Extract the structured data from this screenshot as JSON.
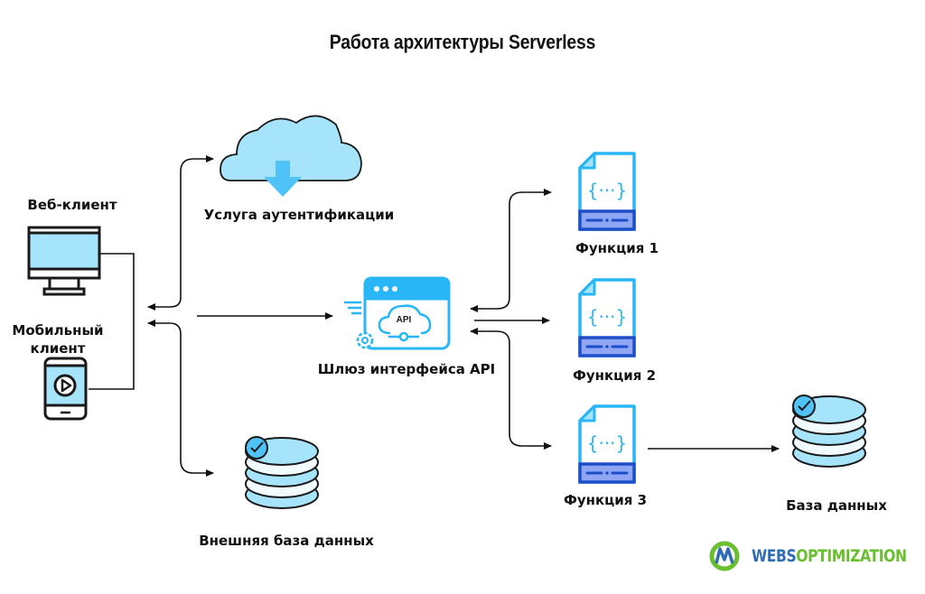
{
  "title": "Работа архитектуры Serverless",
  "nodes": {
    "web_client": {
      "label": "Веб-клиент",
      "icon": "monitor-icon"
    },
    "mobile_client": {
      "label": "Мобильный клиент",
      "label_lines": [
        "Мобильный",
        "клиент"
      ],
      "icon": "smartphone-play-icon"
    },
    "auth_service": {
      "label": "Услуга аутентификации",
      "icon": "cloud-download-icon"
    },
    "api_gateway": {
      "label": "Шлюз интерфейса API",
      "icon": "api-gateway-icon",
      "icon_text": "API"
    },
    "external_db": {
      "label": "Внешняя база данных",
      "icon": "database-check-icon"
    },
    "function_1": {
      "label": "Функция 1",
      "icon": "code-file-icon",
      "icon_text": "{···}"
    },
    "function_2": {
      "label": "Функция 2",
      "icon": "code-file-icon",
      "icon_text": "{···}"
    },
    "function_3": {
      "label": "Функция 3",
      "icon": "code-file-icon",
      "icon_text": "{···}"
    },
    "database": {
      "label": "База данных",
      "icon": "database-check-icon"
    }
  },
  "connections": [
    {
      "from": "clients",
      "to": "auth_service",
      "direction": "bidirectional"
    },
    {
      "from": "clients",
      "to": "external_db",
      "direction": "bidirectional"
    },
    {
      "from": "clients",
      "to": "api_gateway",
      "direction": "forward"
    },
    {
      "from": "api_gateway",
      "to": "function_1",
      "direction": "bidirectional"
    },
    {
      "from": "api_gateway",
      "to": "function_2",
      "direction": "forward"
    },
    {
      "from": "api_gateway",
      "to": "function_3",
      "direction": "bidirectional"
    },
    {
      "from": "function_3",
      "to": "database",
      "direction": "forward"
    }
  ],
  "logo": {
    "part1": "WEBS",
    "part2": "OPTIMIZATION"
  },
  "colors": {
    "light_blue": "#a6e4fb",
    "cyan": "#29b6f6",
    "dark_blue": "#1e4fc9",
    "outline": "#1a1a1a",
    "logo_blue": "#2f6db3",
    "logo_green": "#6abf2e"
  }
}
